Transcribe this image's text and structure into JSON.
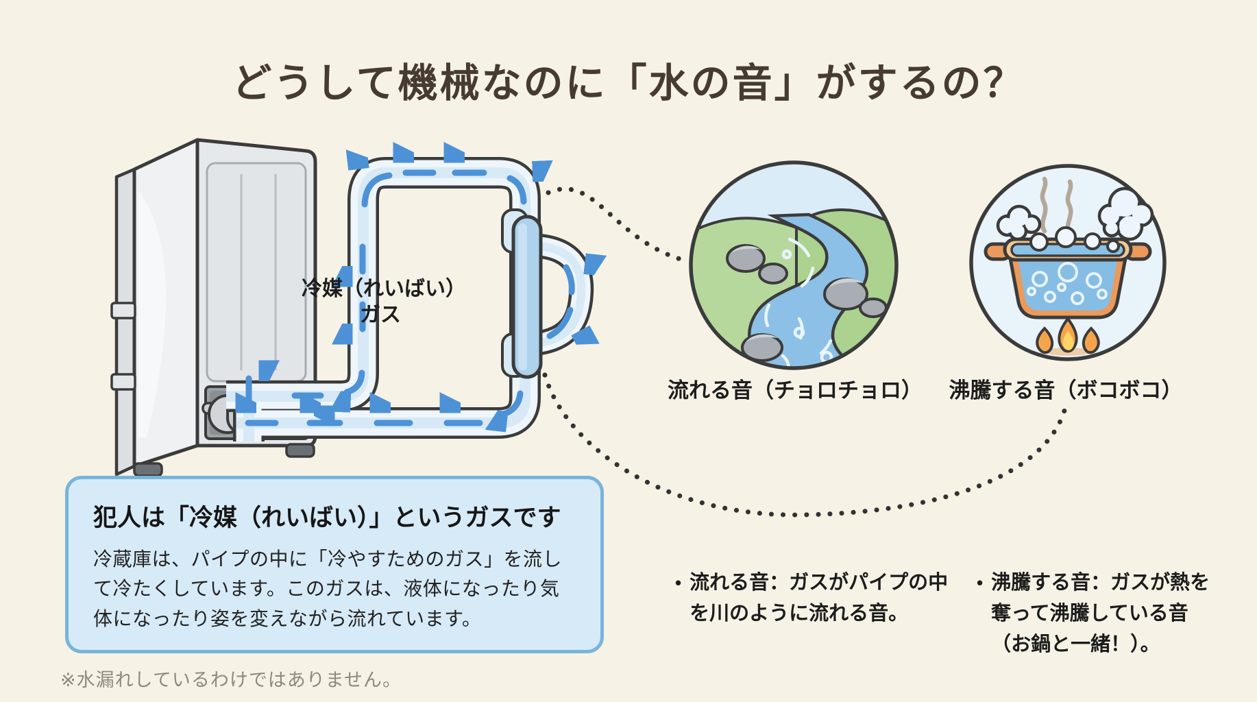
{
  "page": {
    "title": "どうして機械なのに「水の音」がするの？"
  },
  "diagram": {
    "refrigerant_label_line1": "冷媒（れいばい）",
    "refrigerant_label_line2": "ガス",
    "icons": [
      "refrigerator-icon",
      "pipe-loop-icon",
      "river-icon",
      "boiling-pot-icon"
    ]
  },
  "examples": {
    "flowing": {
      "caption": "流れる音（チョロチョロ）"
    },
    "boiling": {
      "caption": "沸騰する音（ボコボコ）"
    }
  },
  "info_box": {
    "heading": "犯人は「冷媒（れいばい）」というガスです",
    "body": "冷蔵庫は、パイプの中に「冷やすためのガス」を流して冷たくしています。このガスは、液体になったり気体になったり姿を変えながら流れています。"
  },
  "notes": {
    "bullet_marker": "•",
    "bullets": [
      {
        "text": "流れる音：ガスがパイプの中を川のように流れる音。"
      },
      {
        "text": "沸騰する音：ガスが熱を奪って沸騰している音（お鍋と一緒！）。"
      }
    ],
    "footnote": "※水漏れしているわけではありません。"
  },
  "colors": {
    "background": "#f6f3e6",
    "title_text": "#473b2f",
    "outline_dark": "#3b3b3b",
    "pipe_fill": "#eef6fb",
    "pipe_core": "#d6e9f6",
    "arrow_blue": "#4d92d6",
    "tube_blue": "#aed2ec",
    "info_box_fill": "#d7eaf7",
    "info_box_border": "#79b4da",
    "footnote_gray": "#8e897c",
    "pot_orange": "#eb9a5c",
    "water_blue": "#8ac1e6",
    "grass_green": "#b7d89c",
    "sky_blue": "#d9ecf8"
  }
}
